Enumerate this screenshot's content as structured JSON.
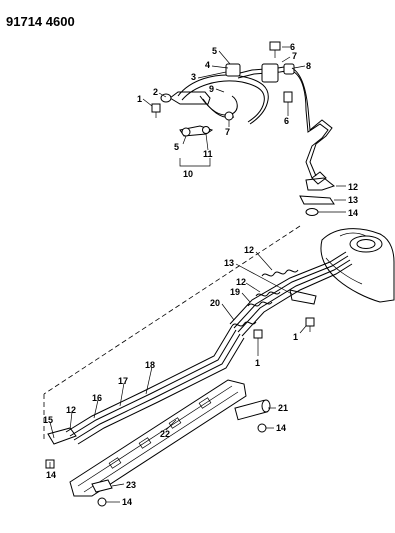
{
  "header": {
    "catalog_number": "91714 4600"
  },
  "callouts": [
    {
      "id": "c1-top",
      "label": "1"
    },
    {
      "id": "c2",
      "label": "2"
    },
    {
      "id": "c3",
      "label": "3"
    },
    {
      "id": "c4",
      "label": "4"
    },
    {
      "id": "c5-top",
      "label": "5"
    },
    {
      "id": "c5-left",
      "label": "5"
    },
    {
      "id": "c6-top",
      "label": "6"
    },
    {
      "id": "c6-mid",
      "label": "6"
    },
    {
      "id": "c7-top",
      "label": "7"
    },
    {
      "id": "c7-mid",
      "label": "7"
    },
    {
      "id": "c8",
      "label": "8"
    },
    {
      "id": "c9",
      "label": "9"
    },
    {
      "id": "c10",
      "label": "10"
    },
    {
      "id": "c11",
      "label": "11"
    },
    {
      "id": "c12-right",
      "label": "12"
    },
    {
      "id": "c13-right",
      "label": "13"
    },
    {
      "id": "c14-right",
      "label": "14"
    },
    {
      "id": "c12-center",
      "label": "12"
    },
    {
      "id": "c13-center",
      "label": "13"
    },
    {
      "id": "c12-mid",
      "label": "12"
    },
    {
      "id": "c19",
      "label": "19"
    },
    {
      "id": "c20",
      "label": "20"
    },
    {
      "id": "c1-right",
      "label": "1"
    },
    {
      "id": "c1-center",
      "label": "1"
    },
    {
      "id": "c18",
      "label": "18"
    },
    {
      "id": "c17",
      "label": "17"
    },
    {
      "id": "c16",
      "label": "16"
    },
    {
      "id": "c15",
      "label": "15"
    },
    {
      "id": "c12-left",
      "label": "12"
    },
    {
      "id": "c21",
      "label": "21"
    },
    {
      "id": "c14-lowright",
      "label": "14"
    },
    {
      "id": "c22",
      "label": "22"
    },
    {
      "id": "c23",
      "label": "23"
    },
    {
      "id": "c14-lowleft",
      "label": "14"
    },
    {
      "id": "c14-bottom",
      "label": "14"
    }
  ]
}
